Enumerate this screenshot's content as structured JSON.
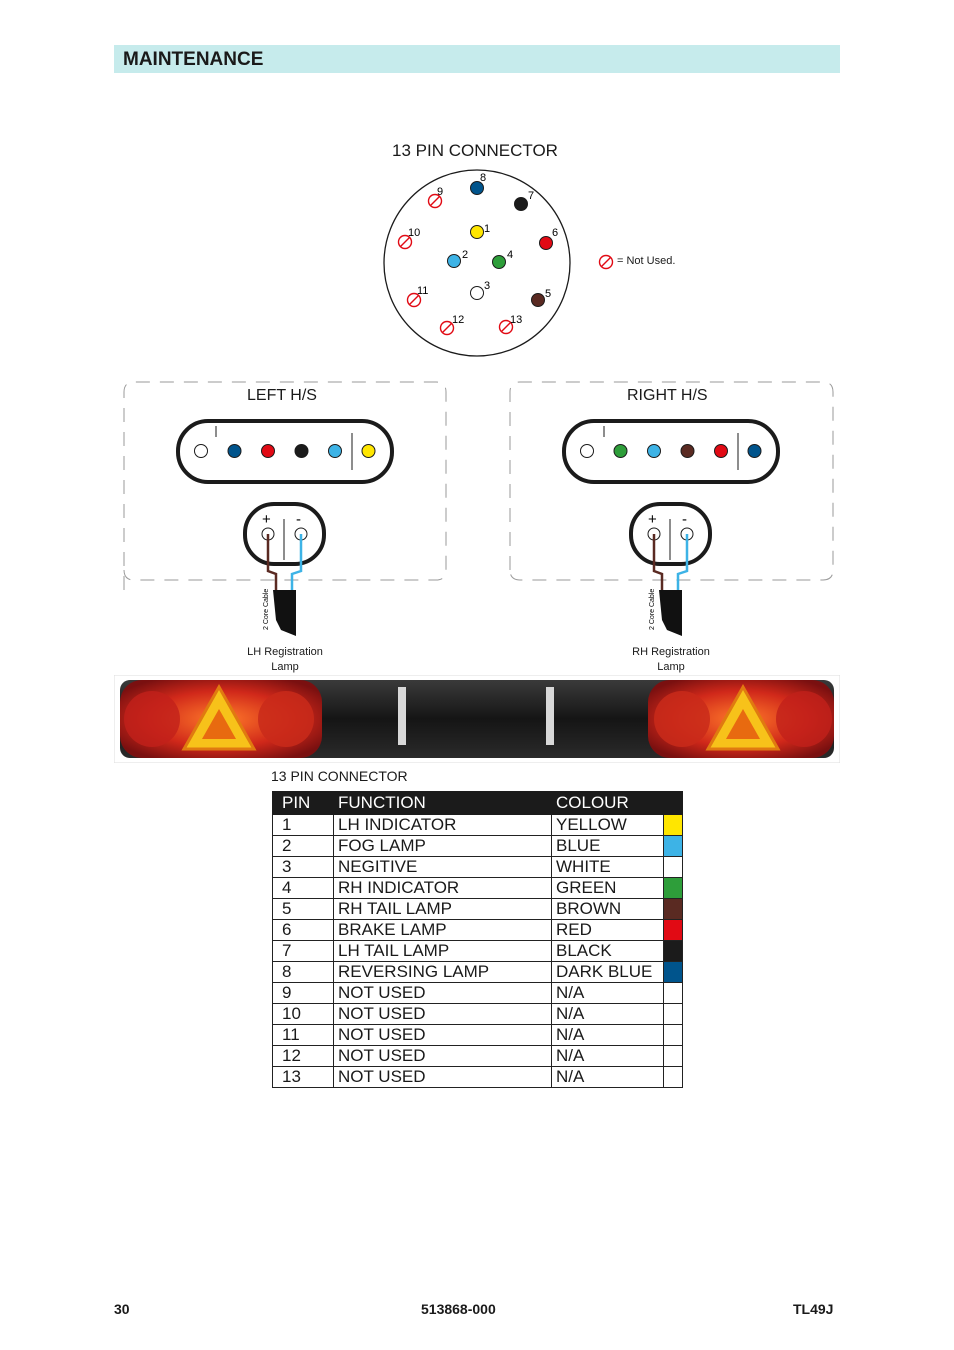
{
  "header": {
    "section_title": "MAINTENANCE"
  },
  "connector": {
    "title": "13 PIN CONNECTOR",
    "legend_text": "= Not Used.",
    "pins": [
      {
        "num": "1",
        "color": "#ffe600"
      },
      {
        "num": "2",
        "color": "#3db3e6"
      },
      {
        "num": "3",
        "color": "#ffffff"
      },
      {
        "num": "4",
        "color": "#2e9e3a"
      },
      {
        "num": "5",
        "color": "#5a2a22"
      },
      {
        "num": "6",
        "color": "#e10a14"
      },
      {
        "num": "7",
        "color": "#1b1b1b"
      },
      {
        "num": "8",
        "color": "#00548c"
      },
      {
        "num": "9",
        "color": "not-used"
      },
      {
        "num": "10",
        "color": "not-used"
      },
      {
        "num": "11",
        "color": "not-used"
      },
      {
        "num": "12",
        "color": "not-used"
      },
      {
        "num": "13",
        "color": "not-used"
      }
    ]
  },
  "left_hs": {
    "label": "LEFT H/S",
    "socket_colors": [
      "#ffffff",
      "#00548c",
      "#e10a14",
      "#1b1b1b",
      "#3db3e6",
      "#ffe600"
    ],
    "plus": "+",
    "minus": "-",
    "cable_label": "2 Core Cable",
    "lamp_caption_1": "LH Registration",
    "lamp_caption_2": "Lamp"
  },
  "right_hs": {
    "label": "RIGHT H/S",
    "socket_colors": [
      "#ffffff",
      "#2e9e3a",
      "#3db3e6",
      "#5a2a22",
      "#e10a14",
      "#00548c"
    ],
    "plus": "+",
    "minus": "-",
    "cable_label": "2 Core Cable",
    "lamp_caption_1": "RH Registration",
    "lamp_caption_2": "Lamp"
  },
  "table": {
    "title": "13 PIN CONNECTOR",
    "headers": {
      "pin": "PIN",
      "function": "FUNCTION",
      "colour": "COLOUR"
    },
    "rows": [
      {
        "pin": "1",
        "function": "LH INDICATOR",
        "colour": "YELLOW",
        "swatch": "#ffe600"
      },
      {
        "pin": "2",
        "function": "FOG LAMP",
        "colour": "BLUE",
        "swatch": "#3db3e6"
      },
      {
        "pin": "3",
        "function": "NEGITIVE",
        "colour": "WHITE",
        "swatch": "#ffffff"
      },
      {
        "pin": "4",
        "function": "RH INDICATOR",
        "colour": "GREEN",
        "swatch": "#2e9e3a"
      },
      {
        "pin": "5",
        "function": "RH TAIL LAMP",
        "colour": "BROWN",
        "swatch": "#5a2a22"
      },
      {
        "pin": "6",
        "function": "BRAKE LAMP",
        "colour": "RED",
        "swatch": "#e10a14"
      },
      {
        "pin": "7",
        "function": "LH TAIL LAMP",
        "colour": "BLACK",
        "swatch": "#1b1b1b"
      },
      {
        "pin": "8",
        "function": "REVERSING LAMP",
        "colour": "DARK BLUE",
        "swatch": "#00548c"
      },
      {
        "pin": "9",
        "function": "NOT USED",
        "colour": "N/A",
        "swatch": "#ffffff"
      },
      {
        "pin": "10",
        "function": "NOT USED",
        "colour": "N/A",
        "swatch": "#ffffff"
      },
      {
        "pin": "11",
        "function": "NOT USED",
        "colour": "N/A",
        "swatch": "#ffffff"
      },
      {
        "pin": "12",
        "function": "NOT USED",
        "colour": "N/A",
        "swatch": "#ffffff"
      },
      {
        "pin": "13",
        "function": "NOT USED",
        "colour": "N/A",
        "swatch": "#ffffff"
      }
    ]
  },
  "footer": {
    "page_number": "30",
    "doc_number": "513868-000",
    "model": "TL49J"
  }
}
